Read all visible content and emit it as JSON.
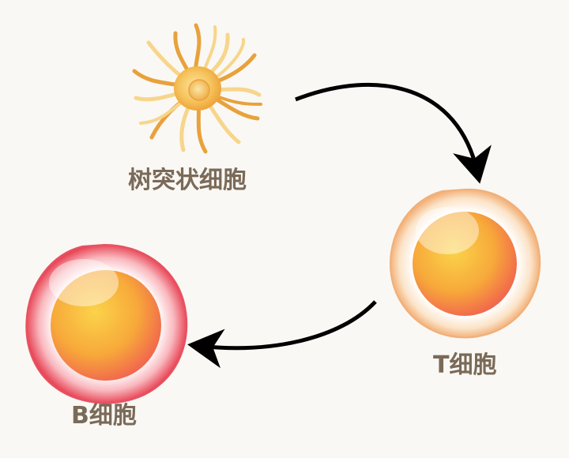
{
  "labels": {
    "dendritic_cell": "树突状细胞",
    "t_cell": "T细胞",
    "b_cell": "B细胞"
  },
  "colors": {
    "background": "#faf8f4",
    "label_text": "#7a6a58",
    "arrow": "#000000",
    "dendrite_dark": "#e8a23c",
    "dendrite_light": "#f7d58a",
    "t_cell_membrane": "#f6c79a",
    "b_cell_membrane": "#ee5a66",
    "nucleus_inner": "#f7b43a",
    "nucleus_outer": "#f2644e"
  }
}
